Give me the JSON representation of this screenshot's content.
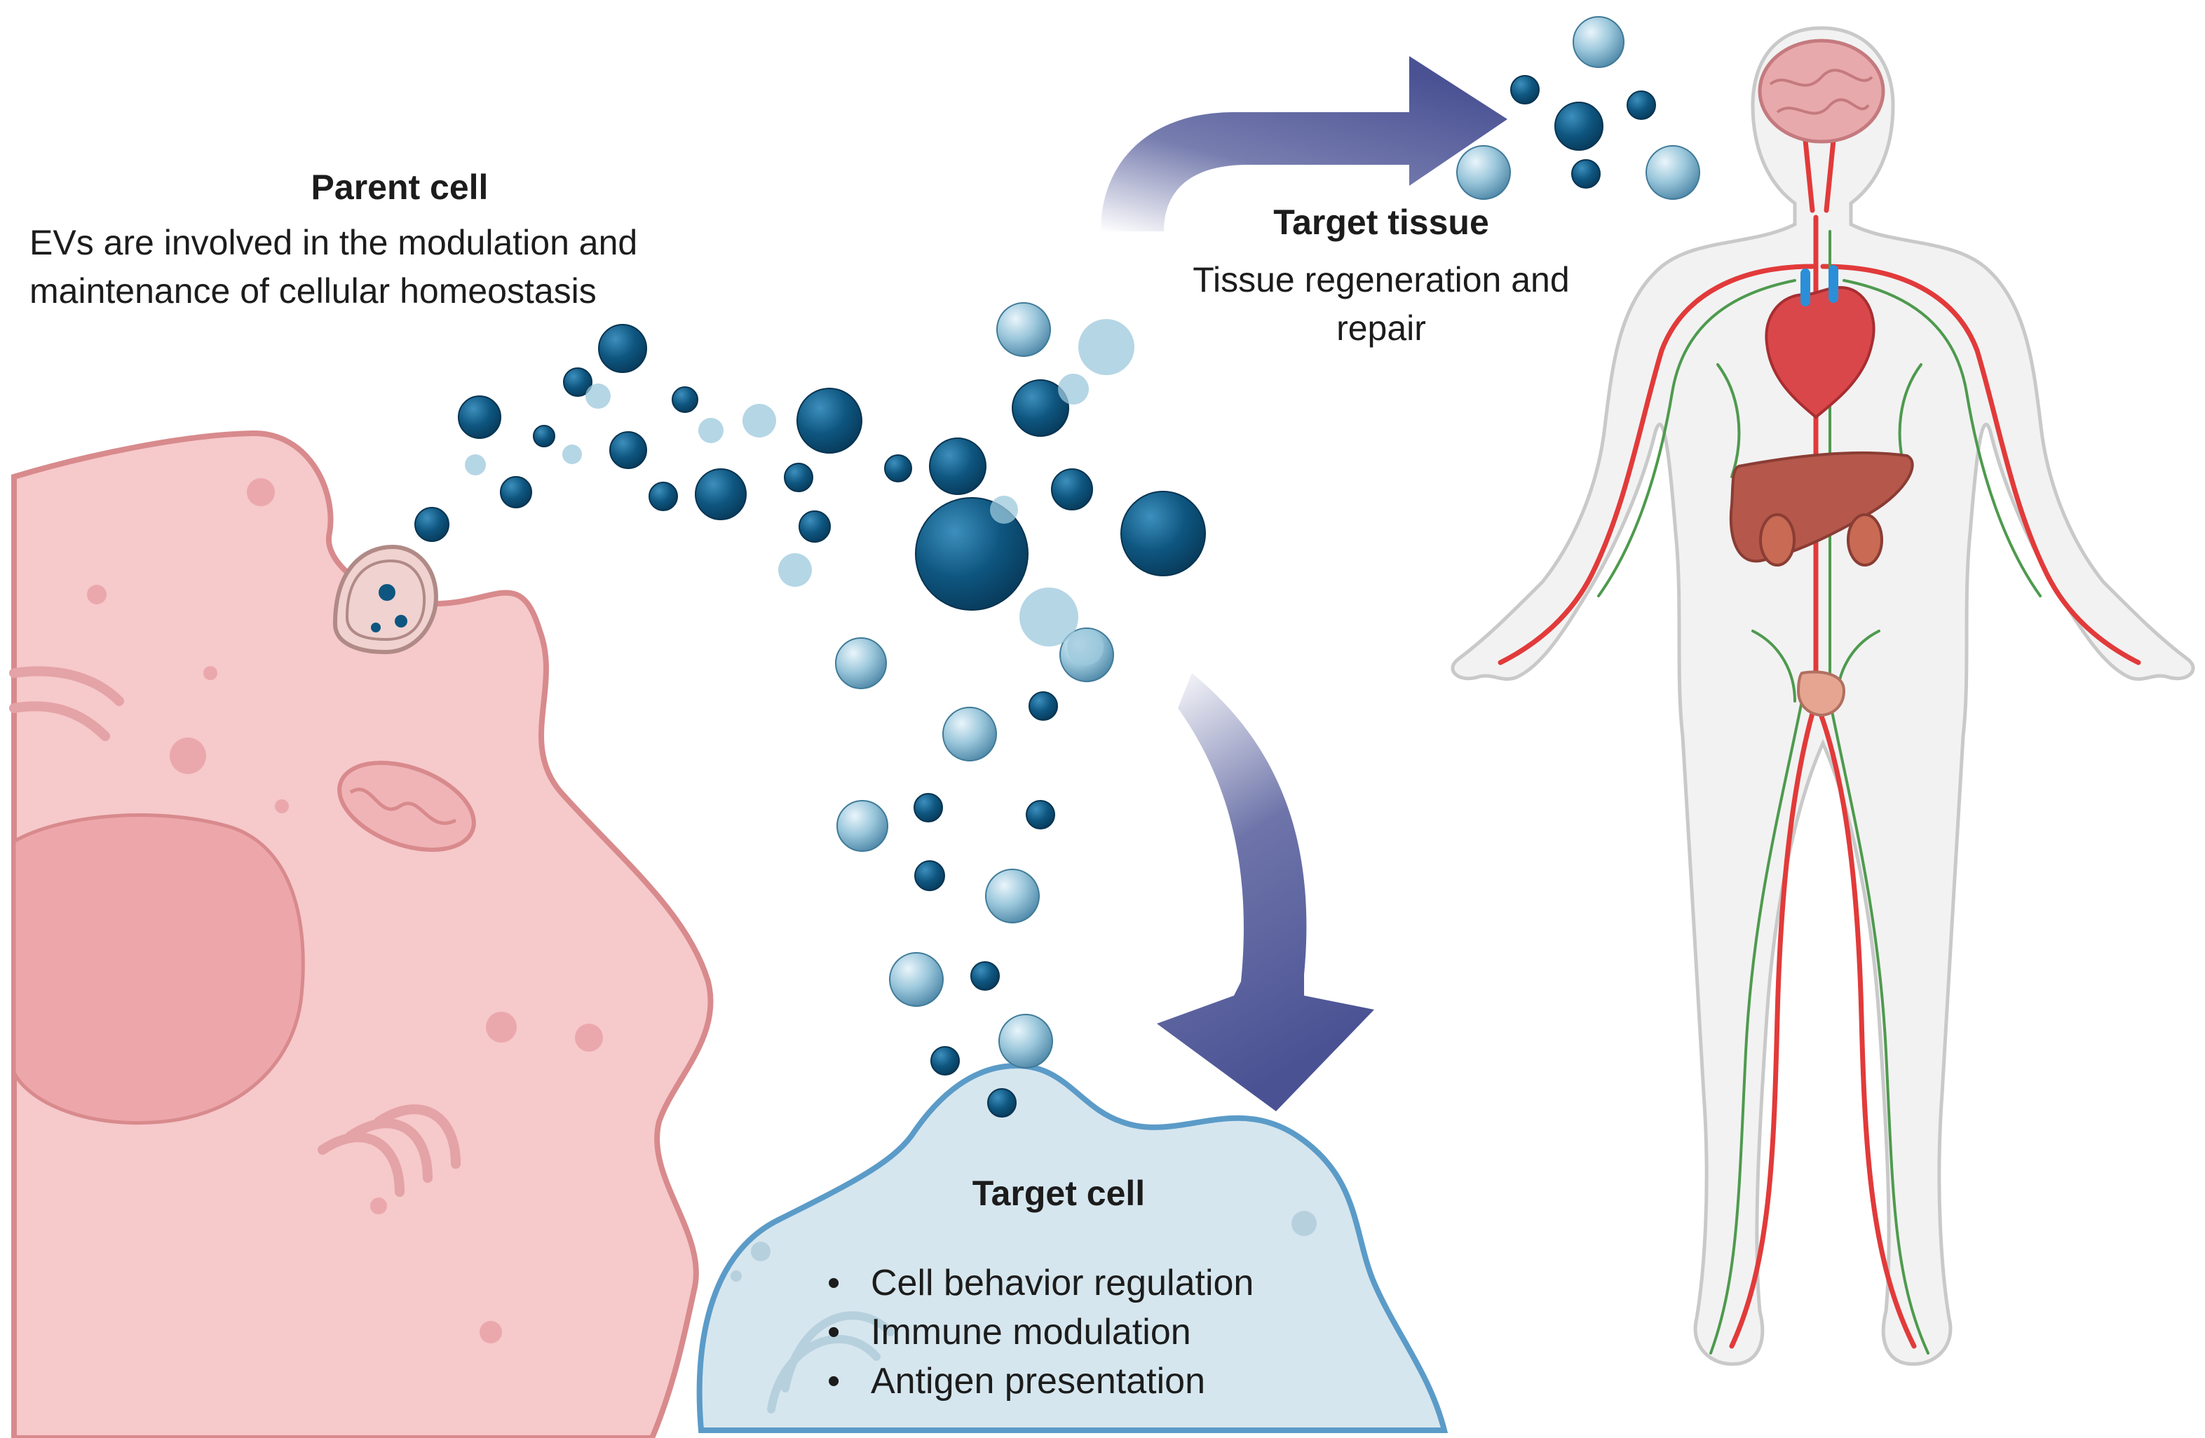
{
  "labels": {
    "parent_title": "Parent cell",
    "parent_desc_line1": "EVs are involved in the modulation and",
    "parent_desc_line2": "maintenance of cellular homeostasis",
    "tissue_title": "Target tissue",
    "tissue_desc_line1": "Tissue regeneration and",
    "tissue_desc_line2": "repair",
    "cell_title": "Target cell",
    "cell_functions": [
      "Cell behavior regulation",
      "Immune modulation",
      "Antigen presentation"
    ]
  },
  "icons": [
    "parent-cell-icon",
    "target-cell-icon",
    "human-body-icon",
    "heart-icon",
    "brain-icon",
    "liver-icon",
    "kidney-icon",
    "bladder-icon",
    "vesicle-icon",
    "arrow-icon"
  ],
  "colors": {
    "parent_cell_fill": "#f6c9cb",
    "parent_cell_border": "#d88a8c",
    "target_cell_fill": "#d6e6ee",
    "target_cell_border": "#5b9bc8",
    "vesicle_dark": "#0e5680",
    "vesicle_light": "#9cc8dc",
    "arrow": "#4a5294",
    "artery": "#e23a3a",
    "lymph": "#4e9a4e"
  }
}
